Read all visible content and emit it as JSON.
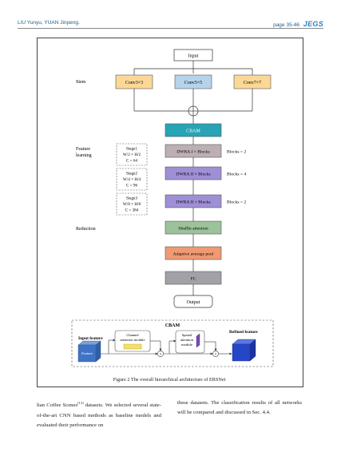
{
  "header": {
    "authors": "LIU Yunyu, YUAN Jinpeng.",
    "page_range": "page 35-46",
    "journal_logo": "JEGS"
  },
  "figure": {
    "input": "Input",
    "stem_label": "Stem",
    "stem_branches": [
      "Conv3×3",
      "Conv5×5",
      "Conv7×7"
    ],
    "concat_symbol": "+",
    "cbam": "CBAM",
    "feature_learning_label": [
      "Feature",
      "learning"
    ],
    "stages": [
      {
        "lines": [
          "Stage1",
          "W/2 × H/2",
          "C = 64"
        ],
        "block": "DWRA I × Blocks",
        "count": "Blocks = 2"
      },
      {
        "lines": [
          "Stage2",
          "W/4 × H/4",
          "C = 96"
        ],
        "block": "DWRA II × Blocks",
        "count": "Blocks = 4"
      },
      {
        "lines": [
          "Stage3",
          "W/8 × H/8",
          "C = 384"
        ],
        "block": "DWRA II × Blocks",
        "count": "Blocks = 2"
      }
    ],
    "reduction_label": "Reduction",
    "shuffle": "Shuffle attention",
    "pool": "Adaptive average pool",
    "fc": "FC",
    "output": "Output",
    "cbam_detail": {
      "title": "CBAM",
      "input_feature": "Input feature",
      "feature": "Feature",
      "channel_module": [
        "Channel",
        "attention module"
      ],
      "spatial_module": [
        "Spatial",
        "attention",
        "module"
      ],
      "refined_feature": "Refined feature",
      "multiply": "×"
    },
    "caption": "Figure 2    The overall hierarchical architecture of ERSNet"
  },
  "colors": {
    "stem_orange": "#fbd896",
    "stem_blue": "#b7d3ec",
    "cbam_teal": "#27a4b5",
    "dwra1": "#bdb0b4",
    "dwra2": "#9f8fd6",
    "shuffle": "#9cc29a",
    "pool": "#ef9a72",
    "fc": "#a2a1a8",
    "feature_blue": "#3f74c4",
    "refined_blue": "#2646c8",
    "spatial_purple": "#7a4ab0",
    "channel_yellow": "#f3e06a"
  },
  "body": {
    "left_para": "lian Coffee Scenes",
    "left_ref": "[13]",
    "left_rest": " datasets. We selected several state-of-the-art CNN based methods as baseline models and evaluated their performance on",
    "right_para": "these datasets. The classification results of all networks will be compared and discussed in Sec. 4.4."
  }
}
